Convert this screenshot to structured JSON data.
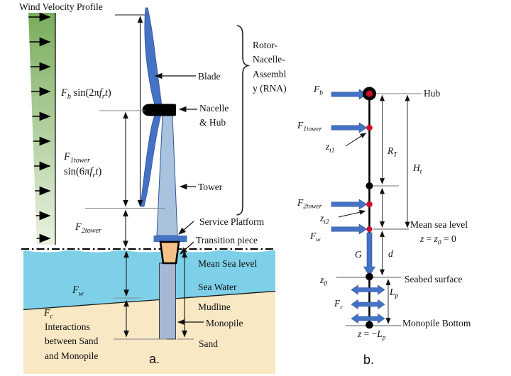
{
  "panel_a": {
    "title": "Wind Velocity Profile",
    "caption": "a.",
    "forces": {
      "fb": "*F*_{b} sin(2π*f*_{r}*t*)",
      "f1tower_l1": "*F*_{1tower}",
      "f1tower_l2": "sin(6π*f*_{r}*t*)",
      "f2tower": "*F*_{2tower}",
      "fw": "*F*_{w}",
      "fc": "*F*_{c}"
    },
    "labels": {
      "blade": "Blade",
      "nacelle_l1": "Nacelle",
      "nacelle_l2": "& Hub",
      "tower": "Tower",
      "service_platform": "Service Platform",
      "transition_piece": "Transition piece",
      "mean_sea_level": "Mean Sea level",
      "sea_water": "Sea Water",
      "mudline": "Mudline",
      "monopile": "Monopile",
      "sand": "Sand"
    },
    "rna": {
      "l1": "Rotor-",
      "l2": "Nacelle-",
      "l3": "Assembl",
      "l4": "y (RNA)"
    },
    "interaction": {
      "l1": "Interactions",
      "l2": "between Sand",
      "l3": "and Monopile"
    }
  },
  "panel_b": {
    "caption": "b.",
    "forces": {
      "fb": "*F*_{b}",
      "f1tower": "*F*_{1tower}",
      "f2tower": "*F*_{2tower}",
      "fw": "*F*_{w}",
      "g": "*G*",
      "fc": "*F*_{c}"
    },
    "dims": {
      "rt": "*R*_{T}",
      "ht": "*H*_{t}",
      "d": "*d*",
      "lp": "*L*_{p}",
      "zt1": "*z*_{t1}",
      "zt2": "*z*_{t2}",
      "z0": "*z*_{0}"
    },
    "levels": {
      "hub": "Hub",
      "msl_l1": "Mean sea level",
      "msl_l2": "*z* = *z*_{0} = 0",
      "seabed": "Seabed surface",
      "monopile_bottom": "Monopile Bottom",
      "bottom_eq": "*z* = −*L*_{p}"
    }
  },
  "colors": {
    "accent_blue": "#4472C4",
    "blue_dark": "#2F5597",
    "tower_fill": "#A9C2DE",
    "pile_fill": "#A5B8D6",
    "sea": "#7ED0E8",
    "sand": "#F8E8C4",
    "transition_tan": "#F5C189",
    "hub_red": "#CE0E2D",
    "wind_green_top": "#79AC5C",
    "wind_green_bottom": "#E9F2E0"
  }
}
